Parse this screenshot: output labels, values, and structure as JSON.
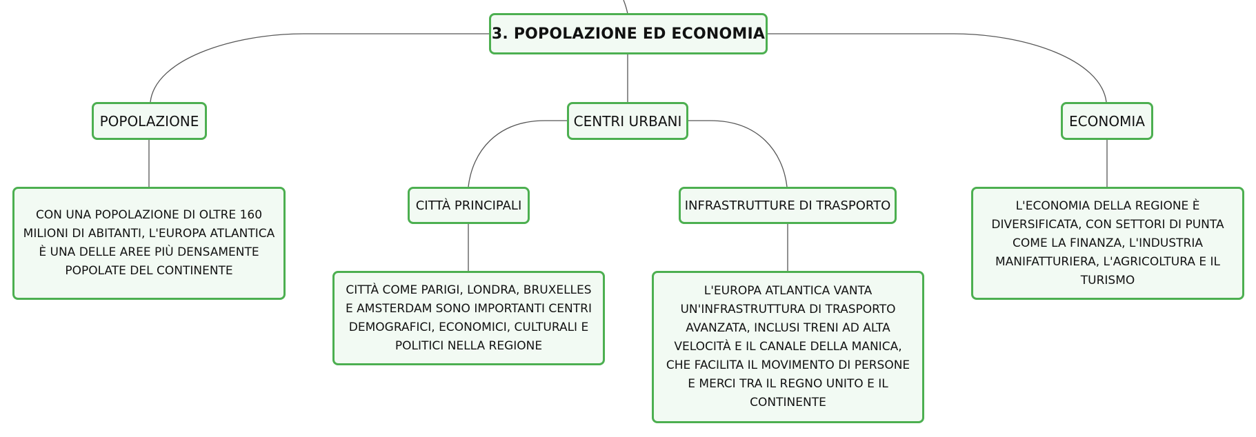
{
  "colors": {
    "node_border": "#4caf50",
    "node_fill": "#f2faf3",
    "connector": "#555555",
    "text": "#111111"
  },
  "root": {
    "label": "3. POPOLAZIONE ED ECONOMIA"
  },
  "branches": {
    "popolazione": {
      "label": "POPOLAZIONE",
      "detail": "CON UNA POPOLAZIONE DI OLTRE 160 MILIONI DI ABITANTI, L'EUROPA ATLANTICA È UNA DELLE AREE PIÙ DENSAMENTE POPOLATE DEL CONTINENTE"
    },
    "centri_urbani": {
      "label": "CENTRI URBANI",
      "citta_principali": {
        "label": "CITTÀ PRINCIPALI",
        "detail": "CITTÀ COME PARIGI, LONDRA, BRUXELLES E AMSTERDAM SONO IMPORTANTI CENTRI DEMOGRAFICI, ECONOMICI, CULTURALI E POLITICI NELLA REGIONE"
      },
      "infrastrutture": {
        "label": "INFRASTRUTTURE DI TRASPORTO",
        "detail": "L'EUROPA ATLANTICA VANTA UN'INFRASTRUTTURA DI TRASPORTO AVANZATA, INCLUSI TRENI AD ALTA VELOCITÀ E IL CANALE DELLA MANICA, CHE FACILITA IL MOVIMENTO DI PERSONE E MERCI TRA IL REGNO UNITO E IL CONTINENTE"
      }
    },
    "economia": {
      "label": "ECONOMIA",
      "detail": "L'ECONOMIA DELLA REGIONE È DIVERSIFICATA, CON SETTORI DI PUNTA COME LA FINANZA, L'INDUSTRIA MANIFATTURIERA, L'AGRICOLTURA E IL TURISMO"
    }
  }
}
